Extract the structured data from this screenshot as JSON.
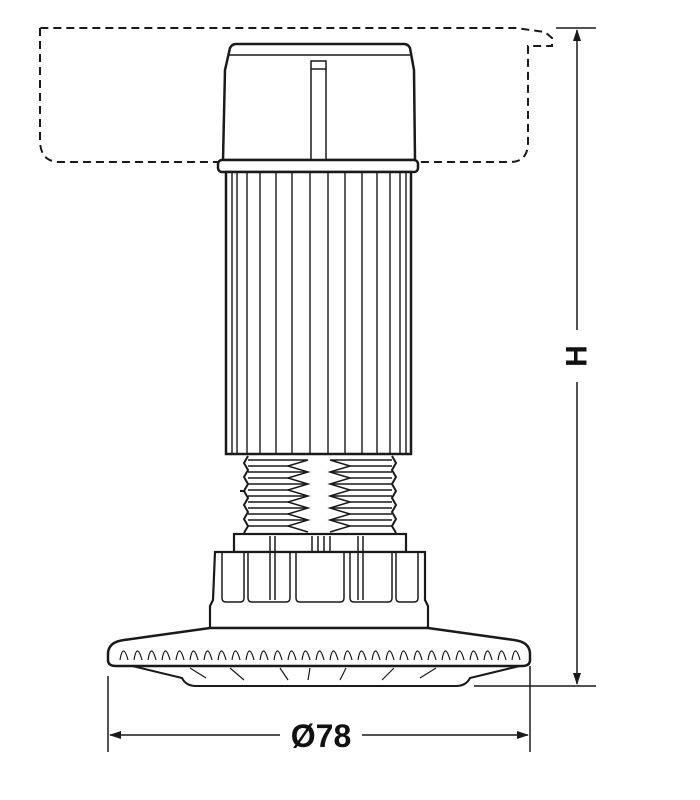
{
  "drawing": {
    "subject": "Adjustable leveling foot",
    "line_color": "#1a1a1a",
    "background": "#ffffff"
  },
  "dimensions": {
    "height_label": "H",
    "diameter_label": "Ø78"
  }
}
